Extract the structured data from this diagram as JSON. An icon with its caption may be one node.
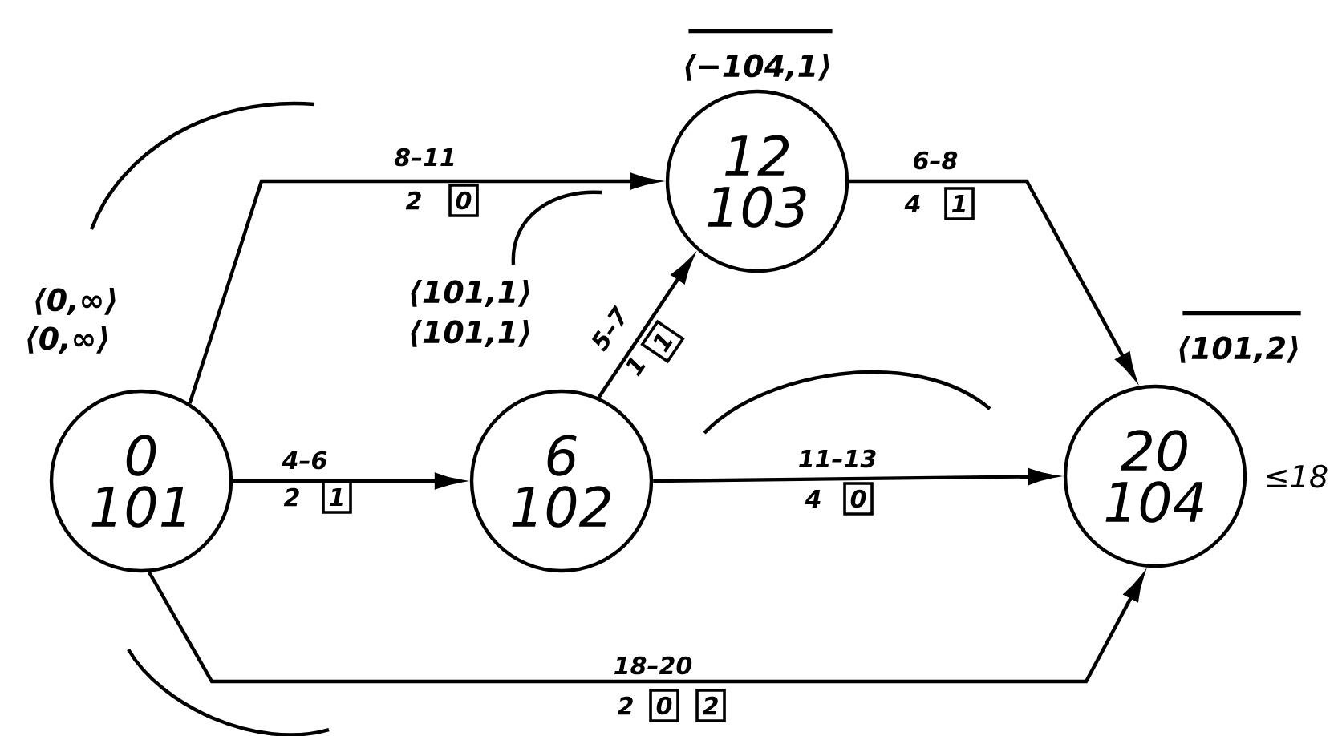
{
  "diagram": {
    "nodes": [
      {
        "text": [
          "0",
          "101"
        ],
        "beside": [
          "⟨0,∞⟩",
          "⟨0,∞⟩"
        ]
      },
      {
        "text": [
          "6",
          "102"
        ]
      },
      {
        "text": [
          "12",
          "103"
        ],
        "beside": [
          "⟨−104,1⟩"
        ]
      },
      {
        "text": [
          "20",
          "104"
        ],
        "beside": [
          "⟨101,2⟩",
          "≤18"
        ]
      }
    ],
    "edges": [
      {
        "from": 0,
        "to": 2,
        "arrow": "to",
        "label": "8–11"
      },
      {
        "from": 0,
        "to": 1,
        "arrow": "to",
        "label": "4–6"
      },
      {
        "from": 1,
        "to": 2,
        "arrow": "to",
        "label": "5–7"
      },
      {
        "from": 2,
        "to": 3,
        "arrow": "to",
        "label": "6–8"
      },
      {
        "from": 1,
        "to": 3,
        "arrow": "to",
        "label": "11–13"
      },
      {
        "from": 0,
        "to": 3,
        "arrow": "to",
        "label": "18–20"
      }
    ],
    "labels": [
      "2",
      "0",
      "⟨101,1⟩",
      "⟨101,1⟩",
      "4",
      "1",
      "1",
      "1",
      "2",
      "1",
      "4",
      "0",
      "2",
      "0",
      "2"
    ]
  }
}
